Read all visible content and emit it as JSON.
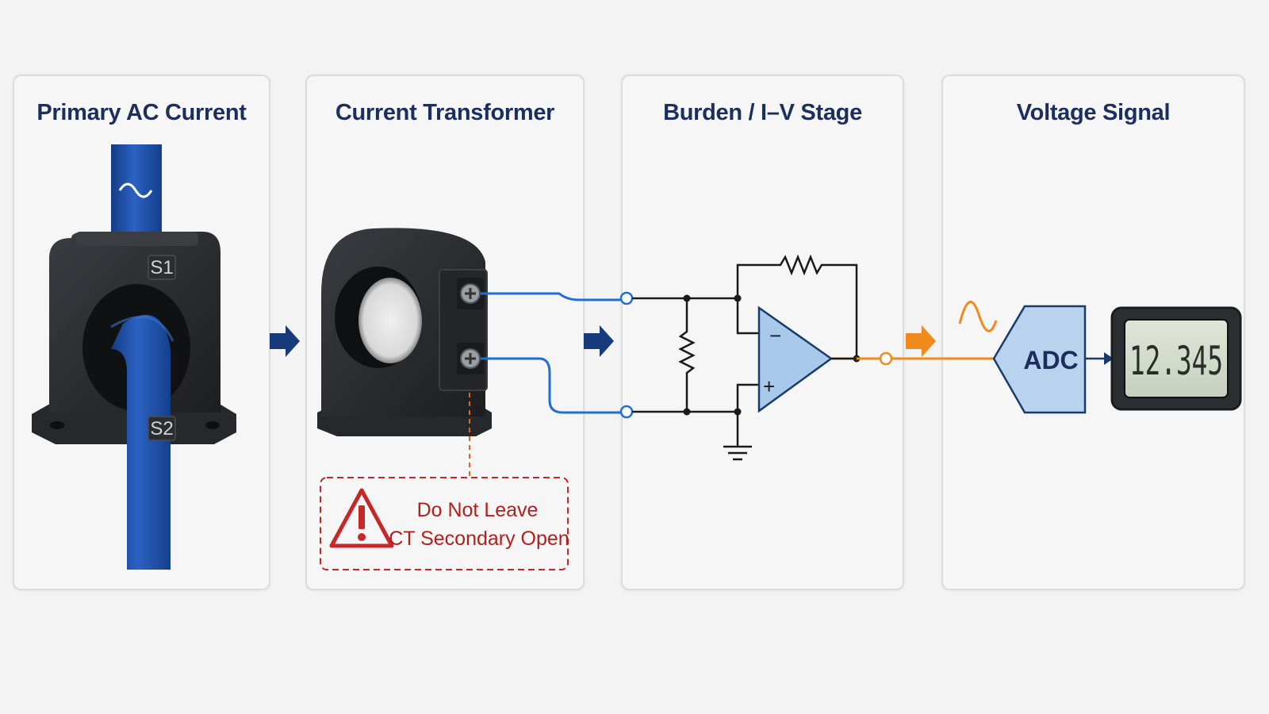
{
  "panels": [
    {
      "title": "Primary AC Current"
    },
    {
      "title": "Current Transformer"
    },
    {
      "title": "Burden / I–V Stage"
    },
    {
      "title": "Voltage Signal"
    }
  ],
  "ct_terminals": {
    "top": "S1",
    "bottom": "S2"
  },
  "warning": {
    "line1": "Do Not Leave",
    "line2": "CT Secondary Open"
  },
  "adc_label": "ADC",
  "display_value": "12.345",
  "opamp": {
    "minus": "−",
    "plus": "+"
  },
  "colors": {
    "title": "#1b2f5e",
    "conductor": "#1f4fa8",
    "ct_body": "#2b2d31",
    "signal_wire": "#1f6fd1",
    "output_wire": "#f08a1c",
    "arrow": "#173a7a",
    "warning": "#c62828",
    "opamp_fill": "#a9c9ea",
    "adc_fill": "#b9d3ef"
  }
}
